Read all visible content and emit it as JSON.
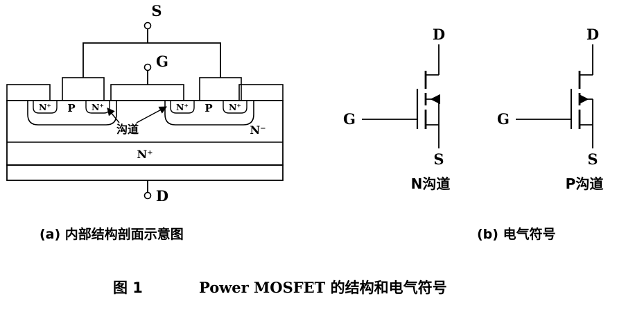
{
  "colors": {
    "ink": "#000000",
    "background": "#ffffff"
  },
  "cross_section": {
    "terminal_s": "S",
    "terminal_g": "G",
    "terminal_d": "D",
    "n_plus_labels": [
      "N⁺",
      "N⁺",
      "N⁺",
      "N⁺"
    ],
    "p_labels": [
      "P",
      "P"
    ],
    "channel_label": "沟道",
    "epi_label": "N⁻",
    "substrate_label": "N⁺",
    "caption": "(a) 内部结构剖面示意图"
  },
  "symbols": {
    "caption": "(b) 电气符号",
    "n_channel": {
      "drain": "D",
      "gate": "G",
      "source": "S",
      "label": "N沟道"
    },
    "p_channel": {
      "drain": "D",
      "gate": "G",
      "source": "S",
      "label": "P沟道"
    }
  },
  "figure_caption": {
    "prefix": "图 1",
    "title": "Power MOSFET 的结构和电气符号"
  }
}
